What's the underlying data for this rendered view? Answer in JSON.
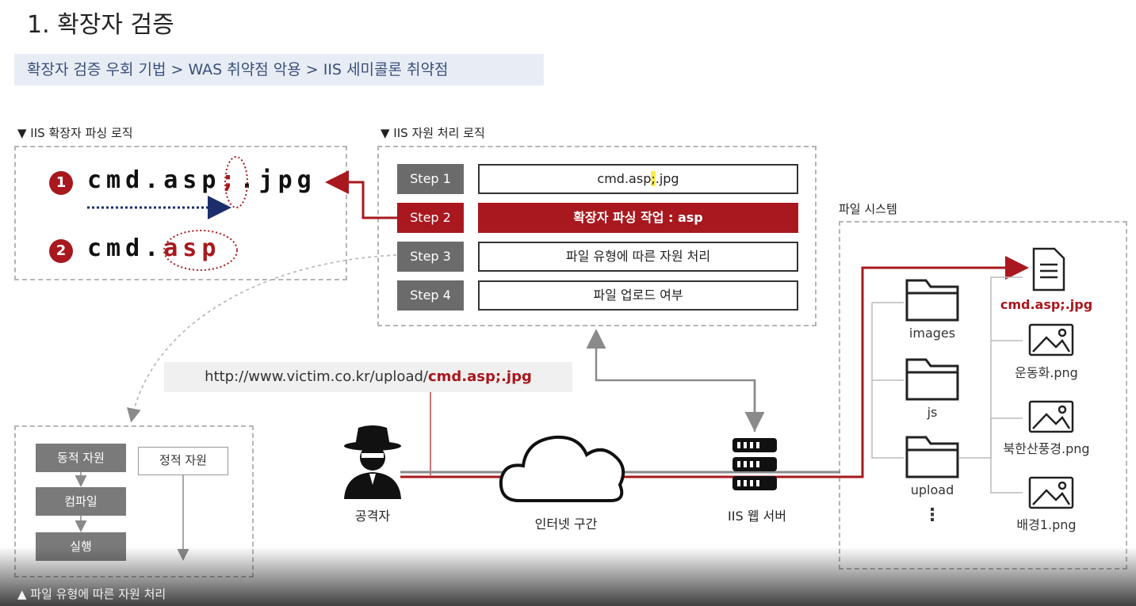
{
  "title": "1. 확장자 검증",
  "breadcrumb": "확장자 검증 우회 기법 > WAS 취약점 악용 > IIS 세미콜론 취약점",
  "parsing": {
    "label": "▼ IIS 확장자 파싱 로직",
    "item1_num": "1",
    "item1_a": "cmd.asp",
    "item1_b": ";",
    "item1_c": ".jpg",
    "item2_num": "2",
    "item2_a": "cmd.",
    "item2_b": "asp"
  },
  "resource": {
    "label": "▼ IIS 자원 처리 로직",
    "steps": [
      {
        "step": "Step 1",
        "text_a": "cmd.asp",
        "text_b": ";",
        "text_c": ".jpg"
      },
      {
        "step": "Step 2",
        "text": "확장자 파싱 작업 : asp"
      },
      {
        "step": "Step 3",
        "text": "파일 유형에 따른 자원 처리"
      },
      {
        "step": "Step 4",
        "text": "파일 업로드 여부"
      }
    ]
  },
  "url": {
    "prefix": "http://www.victim.co.kr/upload/",
    "highlight": "cmd.asp;.jpg"
  },
  "processing": {
    "label": "▲ 파일 유형에 따른 자원 처리",
    "dynamic": [
      "동적 자원",
      "컴파일",
      "실행"
    ],
    "static": "정적 자원"
  },
  "network": {
    "attacker": "공격자",
    "internet": "인터넷 구간",
    "server": "IIS 웹 서버"
  },
  "filesystem": {
    "label": "파일 시스템",
    "folders": [
      "images",
      "js",
      "upload",
      "⋮"
    ],
    "files": [
      "cmd.asp;.jpg",
      "운동화.png",
      "북한산풍경.png",
      "배경1.png"
    ]
  },
  "colors": {
    "accent": "#a8181e",
    "step_gray": "#6b6b6b",
    "highlight": "#f5ee4a"
  }
}
